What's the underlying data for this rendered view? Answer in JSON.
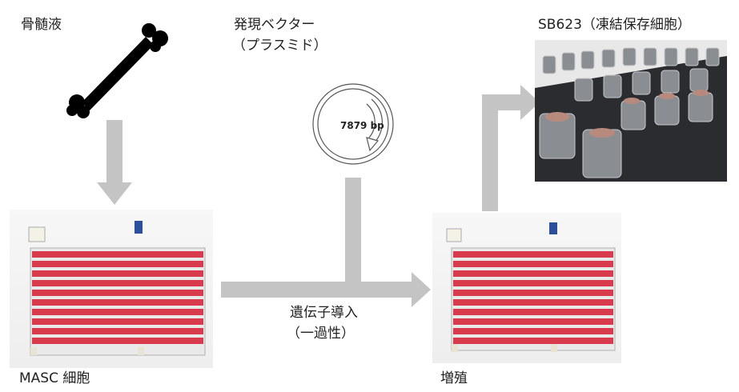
{
  "labels": {
    "bone_marrow": "骨髄液",
    "vector_line1": "発現ベクター",
    "vector_line2": "（プラスミド）",
    "plasmid_size": "7879 bp",
    "product": "SB623（凍結保存細胞）",
    "transfection_line1": "遺伝子導入",
    "transfection_line2": "（一過性）",
    "masc_cells": "MASC 細胞",
    "expansion": "増殖"
  },
  "colors": {
    "arrow": "#c4c4c4",
    "medium": "#d83b4c",
    "bone": "#000000"
  }
}
